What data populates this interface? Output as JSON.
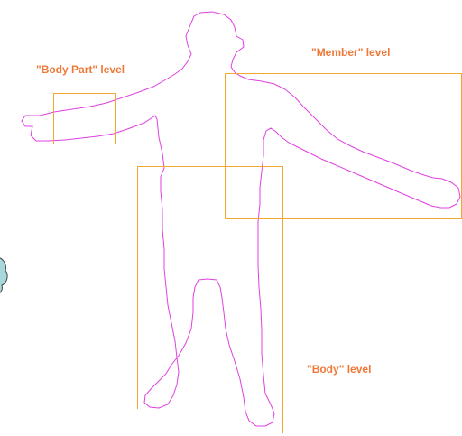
{
  "labels": {
    "body_part": "\"Body Part\" level",
    "member": "\"Member\" level",
    "body": "\"Body\" level"
  },
  "colors": {
    "silhouette": "#e040e0",
    "box": "#f0a830",
    "label_text": "#f07838",
    "blob_fill": "#a8d8dc",
    "blob_stroke": "#404848",
    "background": "#ffffff"
  }
}
